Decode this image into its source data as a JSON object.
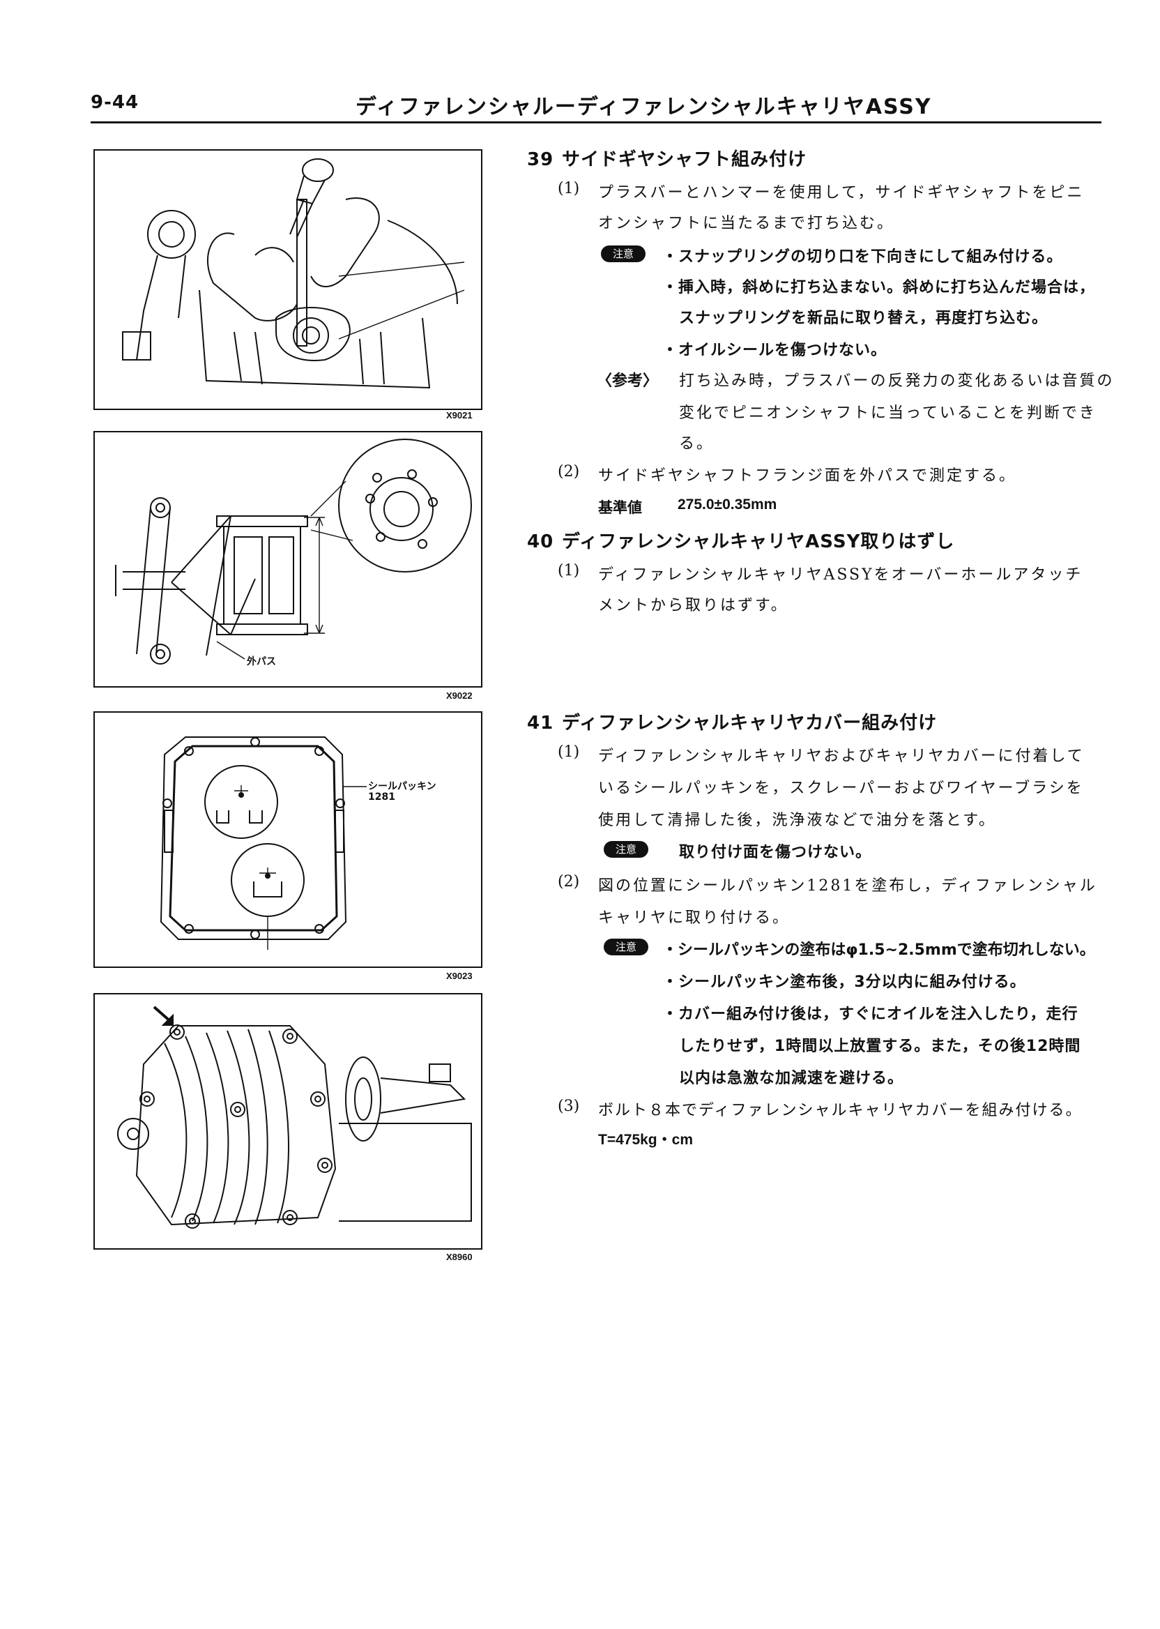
{
  "header": {
    "page_number": "9-44",
    "title": "ディファレンシャルーディファレンシャルキャリヤASSY"
  },
  "figures": [
    {
      "code": "X9021"
    },
    {
      "code": "X9022",
      "label": "外パス"
    },
    {
      "code": "X9023",
      "label_line1": "シールパッキン",
      "label_line2": "1281"
    },
    {
      "code": "X8960"
    }
  ],
  "steps": {
    "s39": {
      "number": "39",
      "title": "サイドギヤシャフト組み付け",
      "p1": {
        "marker": "(1)",
        "line1": "プラスバーとハンマーを使用して，サイドギヤシャフトをピニ",
        "line2": "オンシャフトに当たるまで打ち込む。",
        "caution_tag": "注意",
        "bullet1": "・スナップリングの切り口を下向きにして組み付ける。",
        "bullet2_line1": "・挿入時，斜めに打ち込まない。斜めに打ち込んだ場合は，",
        "bullet2_line2": "スナップリングを新品に取り替え，再度打ち込む。",
        "bullet3": "・オイルシールを傷つけない。",
        "ref_tag": "〈参考〉",
        "ref_line1": "打ち込み時，プラスバーの反発力の変化あるいは音質の",
        "ref_line2": "変化でピニオンシャフトに当っていることを判断でき",
        "ref_line3": "る。"
      },
      "p2": {
        "marker": "(2)",
        "line1": "サイドギヤシャフトフランジ面を外パスで測定する。",
        "spec_label": "基準値",
        "spec_value": "275.0±0.35mm"
      }
    },
    "s40": {
      "number": "40",
      "title": "ディファレンシャルキャリヤASSY取りはずし",
      "p1": {
        "marker": "(1)",
        "line1": "ディファレンシャルキャリヤASSYをオーバーホールアタッチ",
        "line2": "メントから取りはずす。"
      }
    },
    "s41": {
      "number": "41",
      "title": "ディファレンシャルキャリヤカバー組み付け",
      "p1": {
        "marker": "(1)",
        "line1": "ディファレンシャルキャリヤおよびキャリヤカバーに付着して",
        "line2": "いるシールパッキンを，スクレーパーおよびワイヤーブラシを",
        "line3": "使用して清掃した後，洗浄液などで油分を落とす。",
        "caution_tag": "注意",
        "caution_text": "取り付け面を傷つけない。"
      },
      "p2": {
        "marker": "(2)",
        "line1": "図の位置にシールパッキン1281を塗布し，ディファレンシャル",
        "line2": "キャリヤに取り付ける。",
        "caution_tag": "注意",
        "bullet1": "・シールパッキンの塗布はφ1.5~2.5mmで塗布切れしない。",
        "bullet2": "・シールパッキン塗布後，3分以内に組み付ける。",
        "bullet3_line1": "・カバー組み付け後は，すぐにオイルを注入したり，走行",
        "bullet3_line2": "したりせず，1時間以上放置する。また，その後12時間",
        "bullet3_line3": "以内は急激な加減速を避ける。"
      },
      "p3": {
        "marker": "(3)",
        "line1": "ボルト８本でディファレンシャルキャリヤカバーを組み付ける。",
        "torque": "T=475kg・cm"
      }
    }
  }
}
